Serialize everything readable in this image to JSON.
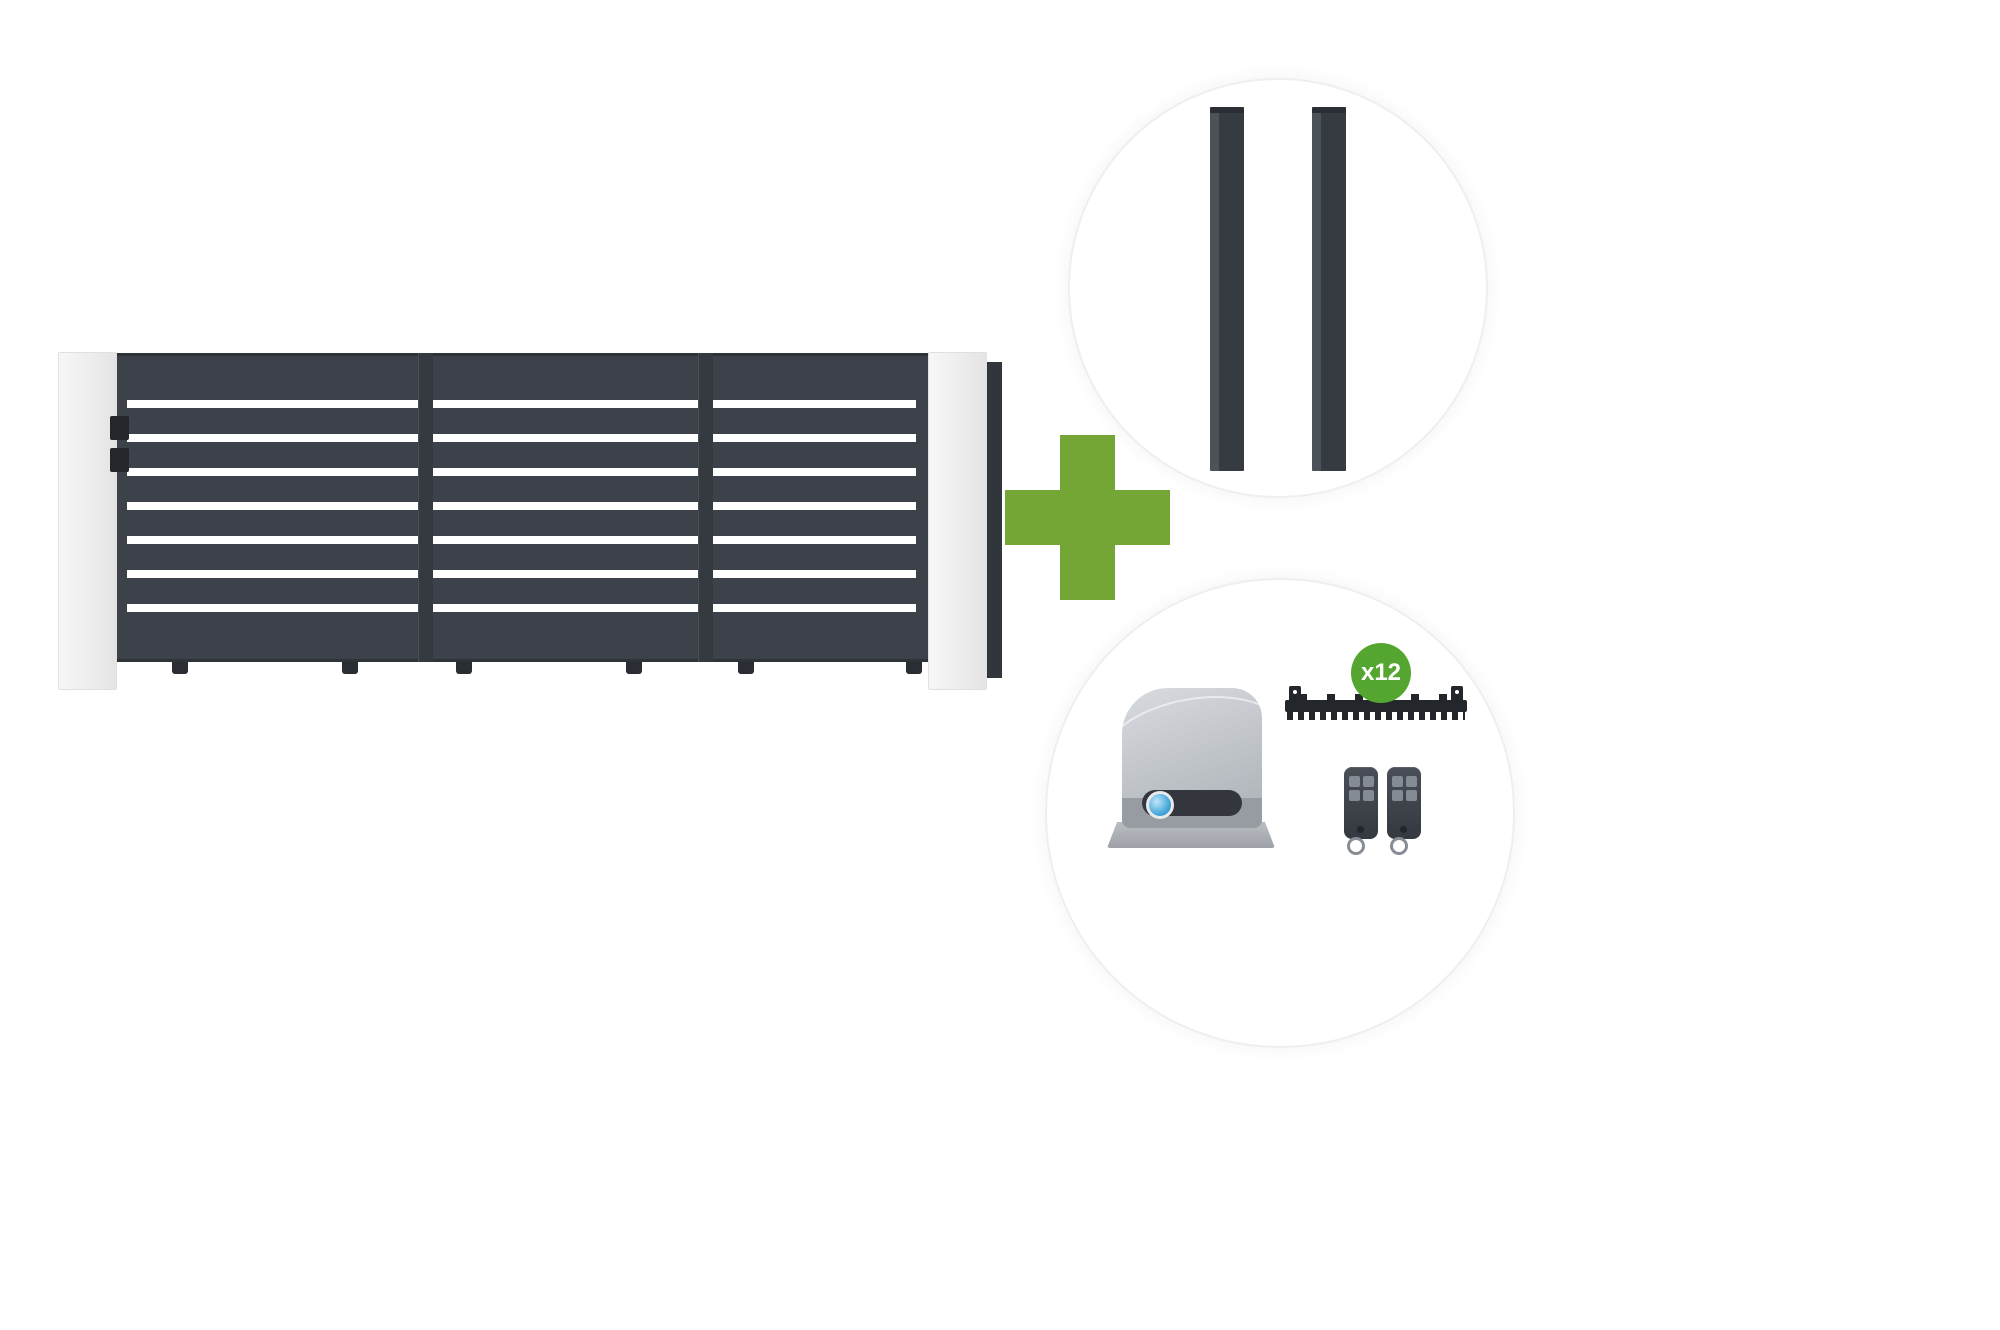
{
  "image": {
    "type": "product-bundle",
    "background": "#ffffff"
  },
  "colors": {
    "gate": "#3d424a",
    "gate_frame": "#32373d",
    "pillar": "#f2f2f2",
    "plus_green": "#74a636",
    "badge_green": "#55a630",
    "rack_black": "#23262a",
    "motor_grey": "#c5c9ce",
    "remote_grey": "#41464d",
    "post_dark": "#383d44"
  },
  "badge": {
    "label": "x12"
  },
  "components": {
    "gate": "sliding-gate-three-panels",
    "posts": "pair-of-posts",
    "kit": "motor-gear-rack-two-remotes"
  }
}
